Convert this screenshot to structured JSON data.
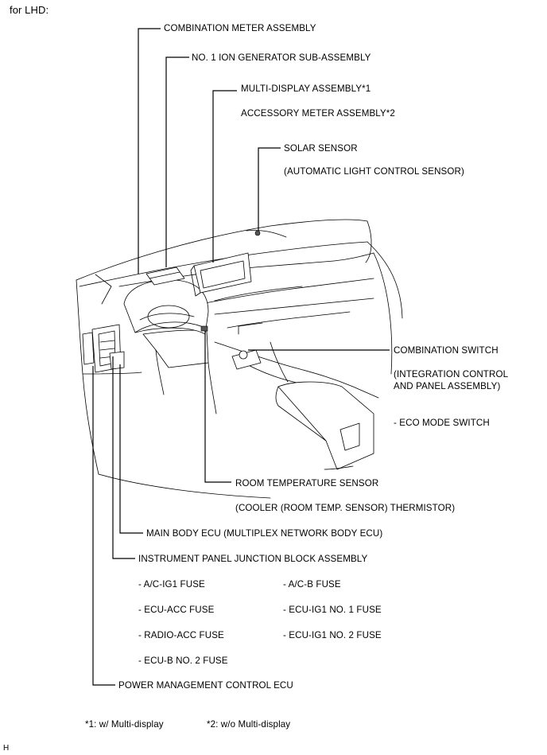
{
  "header": {
    "title": "for LHD:"
  },
  "labels": {
    "combination_meter": "COMBINATION METER ASSEMBLY",
    "ion_generator": "NO. 1 ION GENERATOR SUB-ASSEMBLY",
    "multi_display": "MULTI-DISPLAY ASSEMBLY*1",
    "accessory_meter": "ACCESSORY METER ASSEMBLY*2",
    "solar_sensor": "SOLAR SENSOR",
    "solar_sensor_sub": "(AUTOMATIC LIGHT CONTROL SENSOR)",
    "combination_switch": "COMBINATION SWITCH",
    "combination_switch_sub": "(INTEGRATION CONTROL\nAND PANEL ASSEMBLY)",
    "eco_mode_switch": "- ECO MODE SWITCH",
    "room_temp_sensor": "ROOM TEMPERATURE SENSOR",
    "room_temp_sensor_sub": "(COOLER (ROOM TEMP. SENSOR) THERMISTOR)",
    "main_body_ecu": "MAIN BODY ECU (MULTIPLEX NETWORK BODY ECU)",
    "junction_block": "INSTRUMENT PANEL JUNCTION BLOCK ASSEMBLY",
    "power_management_ecu": "POWER MANAGEMENT CONTROL ECU"
  },
  "fuses": {
    "left": [
      "- A/C-IG1 FUSE",
      "- ECU-ACC FUSE",
      "- RADIO-ACC FUSE",
      "- ECU-B NO. 2 FUSE"
    ],
    "right": [
      "- A/C-B FUSE",
      "- ECU-IG1 NO. 1 FUSE",
      "- ECU-IG1 NO. 2 FUSE"
    ]
  },
  "footnotes": {
    "note1": "*1: w/ Multi-display",
    "note2": "*2: w/o Multi-display"
  },
  "corner_mark": "H"
}
